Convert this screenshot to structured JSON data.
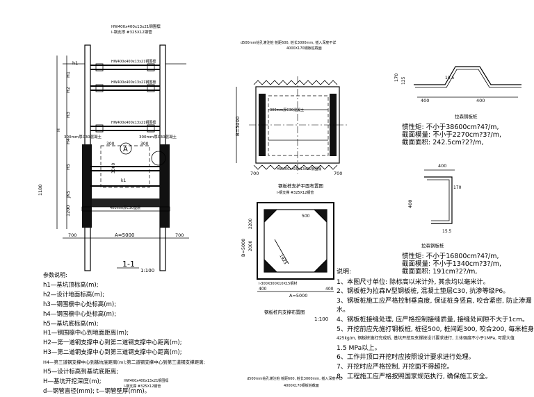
{
  "section": {
    "top_labels": [
      "HW400x400x13x21钢围檩",
      "I-钢支撑 #325X12钢管"
    ],
    "inner_labels": [
      "HW400x400x13x21钢围檩",
      "HW400x400x13x21钢围檩",
      "HW400x400x13x21钢围檩"
    ],
    "level_labels": [
      "h1",
      "H1",
      "H2",
      "H3",
      "H4",
      "H5",
      "H",
      "JKS",
      "1180",
      "1200"
    ],
    "dims": [
      "300",
      "300",
      "3000",
      "300",
      "A=5000",
      "700",
      "700",
      "300mm厚C30混凝土",
      "300mm厚C30混凝土",
      "k1",
      "400mm厚C30垫层"
    ],
    "callout": "A",
    "title": "1-1",
    "scale": "1:100"
  },
  "plan": {
    "top_note": "d500mm钻孔灌注桩 桩距600, 桩长3000mm, 插入深度不详",
    "top_note2": "4000X170钢板桩截面",
    "dims": [
      "B=5000",
      "700",
      "700",
      "300mm厚C30混凝土",
      "HW400x400x13x21钢围檩"
    ],
    "title": "钢板桩支护平面布置图",
    "title2": "I-钢支撑 #325X12钢管"
  },
  "bracing": {
    "dims": [
      "1923",
      "B=5000",
      "2000",
      "400",
      "A=5000",
      "400",
      "2200",
      "500"
    ],
    "labels": [
      "I-300X300X10X15钢材",
      "HW400X400X13X21钢围檩"
    ],
    "title": "钢板桩内支撑布置图",
    "scale": "1:100"
  },
  "bottom_notes": {
    "left": "HW400x400x13x21钢围檩",
    "left2": "I-钢支撑 #325X12钢管",
    "middle": "d500mm钻孔灌注桩 桩距600, 桩长3000mm, 插入深度不详",
    "middle2": "4000X170钢板桩截面"
  },
  "profile1": {
    "dims": [
      "400",
      "170",
      "125",
      "15.5"
    ],
    "title": "拉森钢板桩",
    "props": [
      {
        "label": "惯性矩:",
        "value": "不小于38600cm?4?/m,"
      },
      {
        "label": "截面模量:",
        "value": "不小于2270cm?3?/m,"
      },
      {
        "label": "截面面积:",
        "value": "242.5cm?2?/m,"
      }
    ]
  },
  "profile2": {
    "dims": [
      "400",
      "400",
      "15.5",
      "170"
    ],
    "title": "拉森钢板桩",
    "props": [
      {
        "label": "惯性矩:",
        "value": "不小于16800cm?4?/m,"
      },
      {
        "label": "截面模量:",
        "value": "不小于1340cm?3?/m,"
      },
      {
        "label": "截面面积:",
        "value": "191cm?2?/m,"
      }
    ]
  },
  "legend": {
    "header": "参数说明:",
    "items": [
      "h1—基坑顶标高(m);",
      "h2—设计地面标高(m);",
      "h3—钢围檩中心处标高(m);",
      "h4—钢围檩中心处标高(m);",
      "h5—基坑底标高(m);",
      "H1—钢围檩中心到地面距离(m);",
      "H2—第一道钢支撑中心到第二道钢支撑中心距离(m);",
      "H3—第二道钢支撑中心到第三道钢支撑中心距离(m);",
      "H4—第三道钢支撑中心到基坑底距离(m);第二道钢支撑中心到第三道钢支撑距离;",
      "H5—设计标高到基坑底距离;",
      "H—基坑开挖深度(m);",
      "d—钢管直径(mm); t—钢管壁厚(mm)。"
    ]
  },
  "general": {
    "header": "说明:",
    "items": [
      "1、本图尺寸单位: 除标高以米计外, 其余均以毫米计。",
      "2、钢板桩为拉森Ⅳ型钢板桩, 混凝土垫层C30, 抗渗等级P6。",
      "3、钢板桩施工应严格控制垂直度, 保证桩身竖直, 咬合紧密, 防止渗漏",
      "   水。",
      "4、钢板桩接缝处理, 应严格控制接缝质量, 接缝处间隙不大于1cm。",
      "5、开挖前应先施打钢板桩, 桩径500, 桩间距300, 咬合200, 每米桩身",
      "   425kg/m, 钢板桩施打完成后, 基坑开挖及支撑按设计要求进行, 土体强度不小于1MPa, 可提大值",
      "   1.5 MPa以上。",
      "6、工作井顶口开挖时应按照设计要求进行处理。",
      "7、开挖时应严格控制, 开挖面不得超挖。",
      "8、工程施工应严格按照国家规范执行, 确保施工安全。"
    ]
  }
}
